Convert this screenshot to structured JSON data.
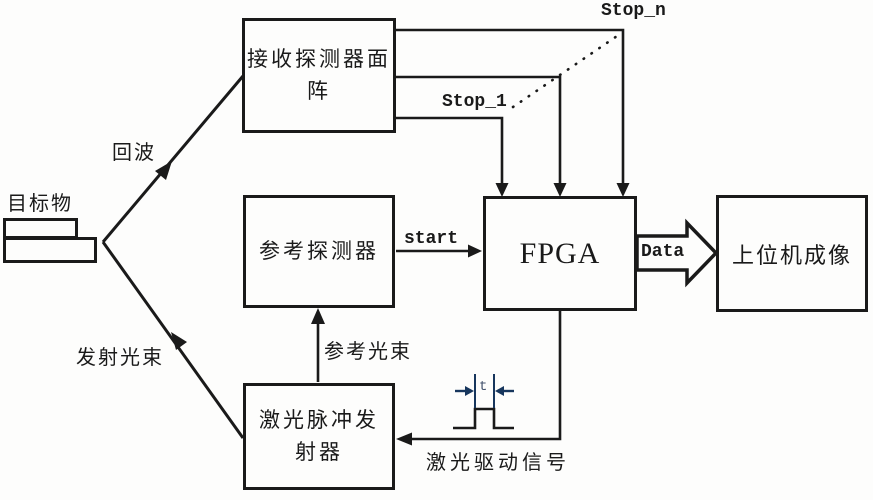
{
  "diagram": {
    "background": "#fdfdfc",
    "line_color": "#1a1a1a",
    "accent_color": "#17365d"
  },
  "nodes": {
    "target": {
      "label": "目标物"
    },
    "receiver": {
      "label": "接收探测器面阵"
    },
    "reference": {
      "label": "参考探测器"
    },
    "laser": {
      "label": "激光脉冲发射器"
    },
    "fpga": {
      "label": "FPGA"
    },
    "host": {
      "label": "上位机成像"
    }
  },
  "labels": {
    "echo": "回波",
    "emit_beam": "发射光束",
    "ref_beam": "参考光束",
    "laser_drive": "激光驱动信号",
    "start": "start",
    "stop_1": "Stop_1",
    "stop_n": "Stop_n",
    "data": "Data",
    "pulse_t": "t"
  },
  "edges": [
    {
      "from": "laser",
      "to": "target",
      "label": "发射光束"
    },
    {
      "from": "target",
      "to": "receiver",
      "label": "回波"
    },
    {
      "from": "receiver",
      "to": "fpga",
      "label": "Stop_1 … Stop_n"
    },
    {
      "from": "reference",
      "to": "fpga",
      "label": "start"
    },
    {
      "from": "laser",
      "to": "reference",
      "label": "参考光束"
    },
    {
      "from": "fpga",
      "to": "laser",
      "label": "激光驱动信号"
    },
    {
      "from": "fpga",
      "to": "host",
      "label": "Data"
    }
  ]
}
